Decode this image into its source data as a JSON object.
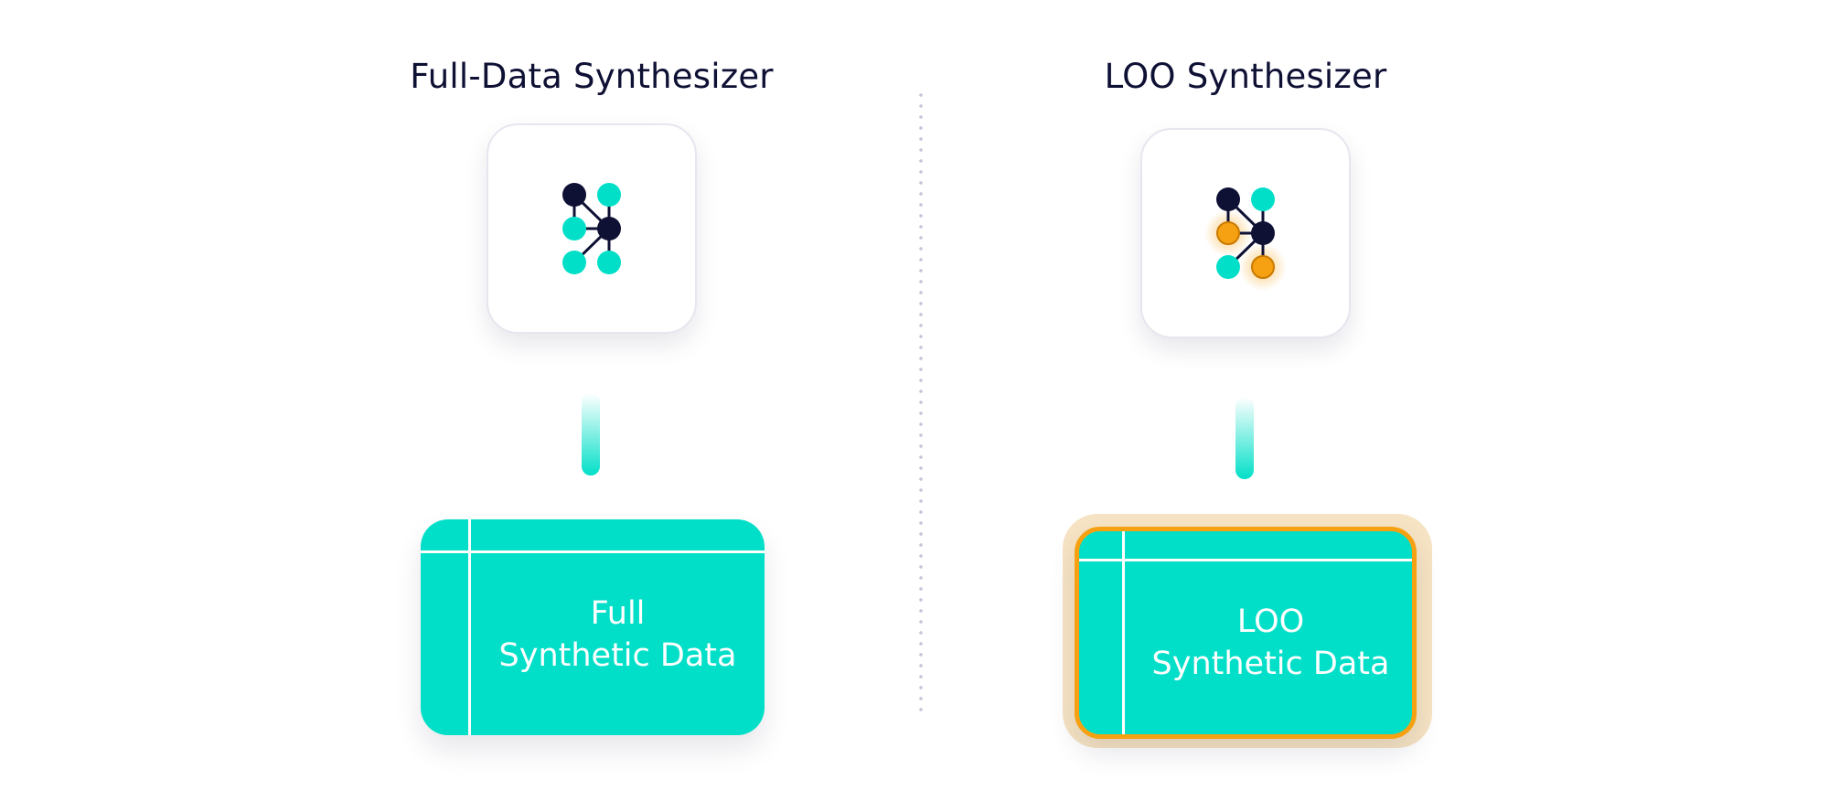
{
  "left_panel": {
    "title": "Full-Data Synthesizer",
    "model_icon": "network-graph-icon",
    "data_card": {
      "line1": "Full",
      "line2": "Synthetic Data"
    }
  },
  "right_panel": {
    "title": "LOO Synthesizer",
    "model_icon": "network-graph-highlighted-icon",
    "data_card": {
      "line1": "LOO",
      "line2": "Synthetic Data"
    }
  },
  "colors": {
    "teal": "#02dfc8",
    "navy": "#0e1034",
    "orange": "#f5a112",
    "orange_glow": "#f6e3c3",
    "divider": "#c4c4da"
  }
}
